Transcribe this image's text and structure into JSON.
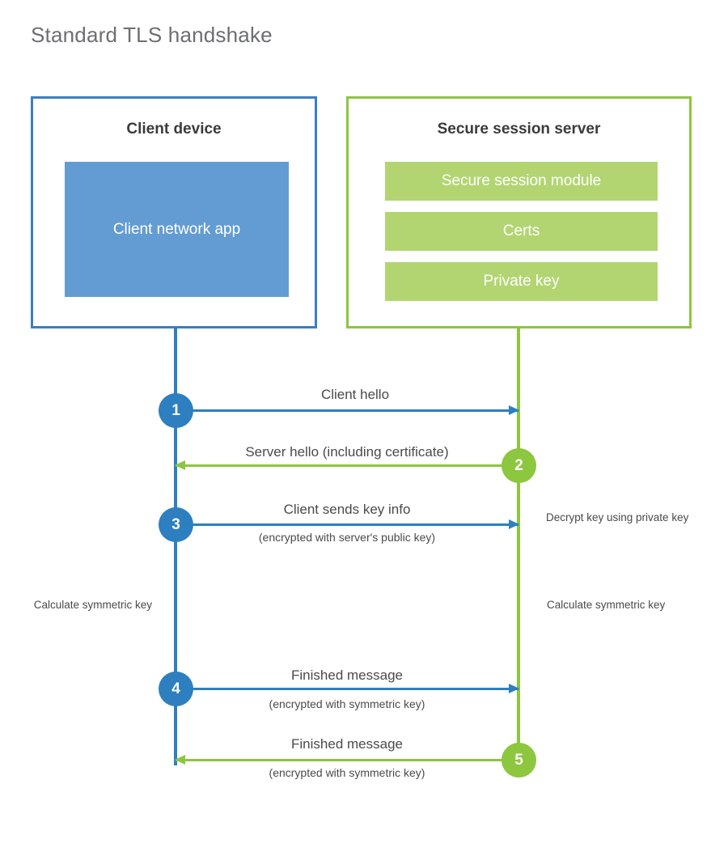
{
  "title": "Standard TLS handshake",
  "colors": {
    "client_border": "#3d7ebf",
    "client_fill": "#629cd2",
    "server_border": "#8dc63f",
    "server_bar": "#b2d572",
    "client_line": "#2d7fc0",
    "server_line": "#8dc63f",
    "text": "#4a4a4a",
    "title_text": "#6d6e71"
  },
  "client_panel": {
    "heading": "Client device",
    "app_label": "Client network app"
  },
  "server_panel": {
    "heading": "Secure session server",
    "bars": [
      {
        "label": "Secure session module"
      },
      {
        "label": "Certs"
      },
      {
        "label": "Private key"
      }
    ]
  },
  "steps": [
    {
      "number": "1",
      "side": "client",
      "direction": "client-to-server",
      "message": "Client hello",
      "sub": ""
    },
    {
      "number": "2",
      "side": "server",
      "direction": "server-to-client",
      "message": "Server hello (including certificate)",
      "sub": ""
    },
    {
      "number": "3",
      "side": "client",
      "direction": "client-to-server",
      "message": "Client sends key info",
      "sub": "(encrypted with server's public key)"
    },
    {
      "number": "4",
      "side": "client",
      "direction": "client-to-server",
      "message": "Finished message",
      "sub": "(encrypted with symmetric key)"
    },
    {
      "number": "5",
      "side": "server",
      "direction": "server-to-client",
      "message": "Finished message",
      "sub": "(encrypted with symmetric key)"
    }
  ],
  "notes": {
    "decrypt": "Decrypt key using private key",
    "client_calculate": "Calculate symmetric key",
    "server_calculate": "Calculate symmetric key"
  }
}
